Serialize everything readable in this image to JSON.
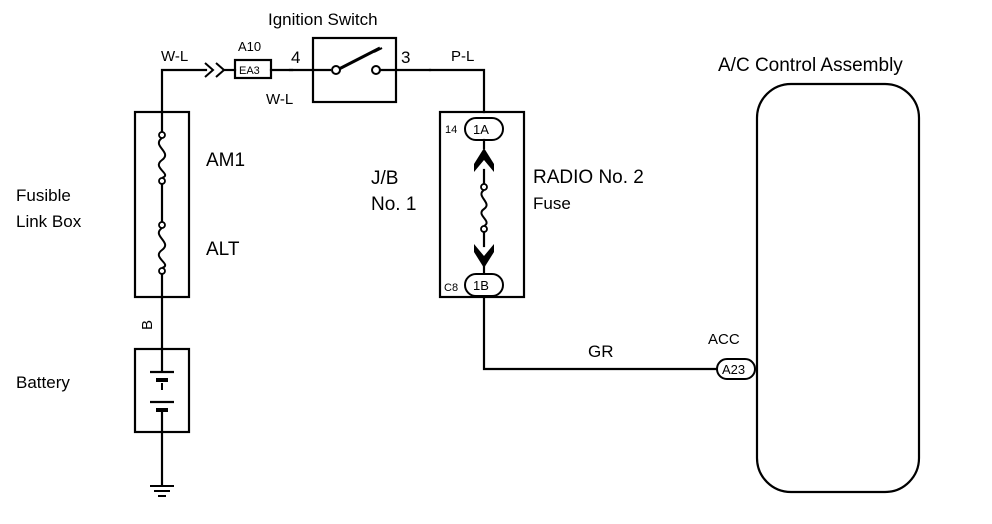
{
  "labels": {
    "ignition_switch": "Ignition Switch",
    "ac_control_assembly": "A/C Control Assembly",
    "fusible_link_box_line1": "Fusible",
    "fusible_link_box_line2": "Link Box",
    "battery": "Battery",
    "jb_line1": "J/B",
    "jb_line2": "No. 1",
    "radio_fuse_line1": "RADIO No. 2",
    "radio_fuse_line2": "Fuse",
    "fuse_am1": "AM1",
    "fuse_alt": "ALT"
  },
  "wires": {
    "wl_top": "W-L",
    "wl_bottom": "W-L",
    "pl": "P-L",
    "b": "B",
    "gr": "GR"
  },
  "connectors": {
    "a10": "A10",
    "ea3": "EA3",
    "pin4": "4",
    "pin3": "3",
    "pin14": "14",
    "c1a": "1A",
    "pinC8": "C8",
    "c1b": "1B",
    "acc": "ACC",
    "a23": "A23"
  },
  "colors": {
    "line": "#000000",
    "background": "#ffffff"
  }
}
